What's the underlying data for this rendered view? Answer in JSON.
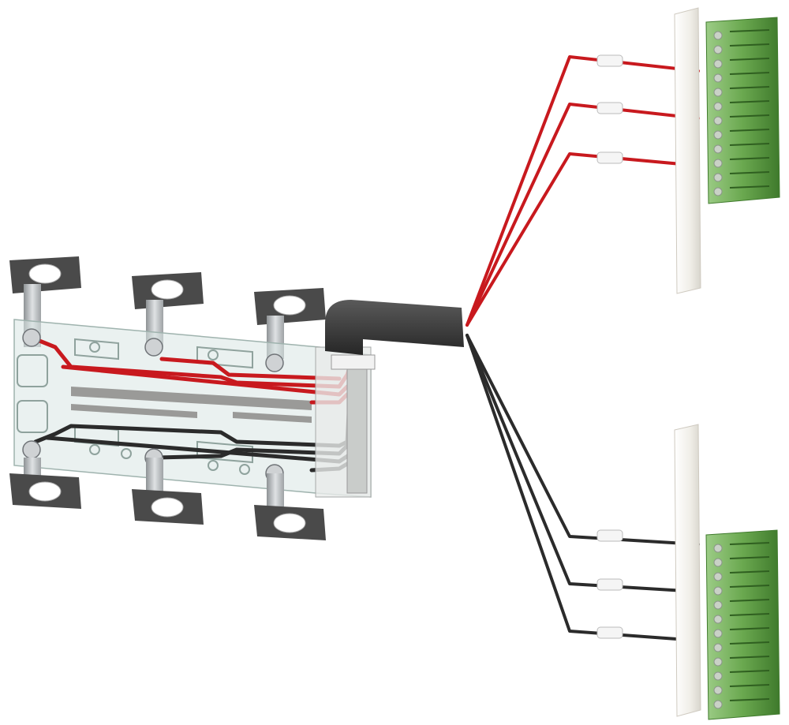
{
  "image": {
    "subject": "busbar-voltage-tap-cable-assembly",
    "background": "#ffffff",
    "visible_text": []
  },
  "colors": {
    "red_wire": "#c8191e",
    "black_wire": "#2b2b2b",
    "sheath": "#3a3a3a",
    "terminal_green": "#6aa84f",
    "terminal_green_dark": "#4f8a39",
    "holder_white": "#f4f2ee",
    "metal": "#b9bcbf",
    "plate": "#d8e6e3"
  },
  "parts": {
    "red_wire_count": 3,
    "black_wire_count": 3,
    "terminal_blocks": 2,
    "mounting_brackets": 6
  }
}
